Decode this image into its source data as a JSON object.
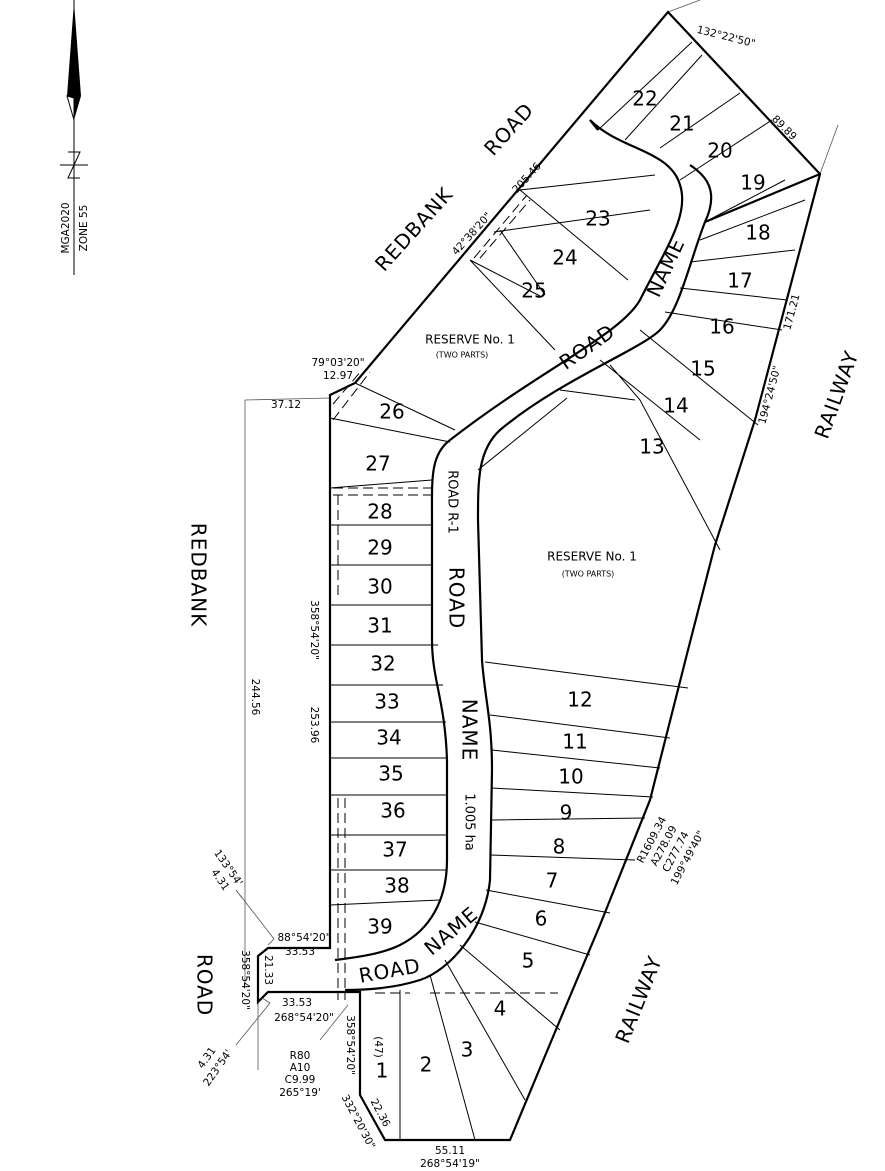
{
  "north_arrow": {
    "datum": "MGA2020",
    "zone": "ZONE 55"
  },
  "roads": {
    "redbank_top": [
      "REDBANK",
      "ROAD"
    ],
    "redbank_left": "REDBANK",
    "road_left": "ROAD",
    "railway_right": "RAILWAY",
    "railway_bottom": "RAILWAY",
    "road_name_upper": [
      "ROAD",
      "NAME"
    ],
    "road_name_mid": [
      "ROAD R-1",
      "ROAD",
      "NAME"
    ],
    "road_name_lower": [
      "ROAD",
      "NAME"
    ],
    "road_area": "1.005 ha"
  },
  "reserves": [
    {
      "label": "RESERVE No. 1",
      "sub": "(TWO PARTS)"
    },
    {
      "label": "RESERVE No. 1",
      "sub": "(TWO PARTS)"
    }
  ],
  "lots": [
    "1",
    "2",
    "3",
    "4",
    "5",
    "6",
    "7",
    "8",
    "9",
    "10",
    "11",
    "12",
    "13",
    "14",
    "15",
    "16",
    "17",
    "18",
    "19",
    "20",
    "21",
    "22",
    "23",
    "24",
    "25",
    "26",
    "27",
    "28",
    "29",
    "30",
    "31",
    "32",
    "33",
    "34",
    "35",
    "36",
    "37",
    "38",
    "39"
  ],
  "dimensions": {
    "top_bearing": "132°22'50\"",
    "top_dist": "89.89",
    "right_dist": "171.21",
    "right_bearing": "194°24'50\"",
    "frontage_dist": "205.46",
    "frontage_bearing": "42°38'20\"",
    "corner_bearing": "79°03'20\"",
    "corner_dist": "12.97",
    "left_dist_outer": "37.12",
    "left_total": "244.56",
    "left_bearing": "358°54'20\"",
    "left_dist": "253.96",
    "arc": [
      "R1609.34",
      "A278.09",
      "C277.74",
      "199°49'40\""
    ],
    "stub_top_bearing": "88°54'20\"",
    "stub_top_dist": "33.53",
    "stub_width": "21.33",
    "stub_bearing": "358°54'20\"",
    "stub_bottom_dist": "33.53",
    "stub_bottom_bearing": "268°54'20\"",
    "corner_ne": [
      "133°54'",
      "4.31"
    ],
    "corner_se": [
      "4.31",
      "223°54'"
    ],
    "curve": [
      "R80",
      "A10",
      "C9.99",
      "265°19'"
    ],
    "lot1_bearing": "358°54'20\"",
    "lot1_dist": "(47)",
    "lot1_diag_dist": "22.36",
    "lot1_diag_bearing": "332°20'30\"",
    "bottom_dist": "55.11",
    "bottom_bearing": "268°54'19\""
  }
}
